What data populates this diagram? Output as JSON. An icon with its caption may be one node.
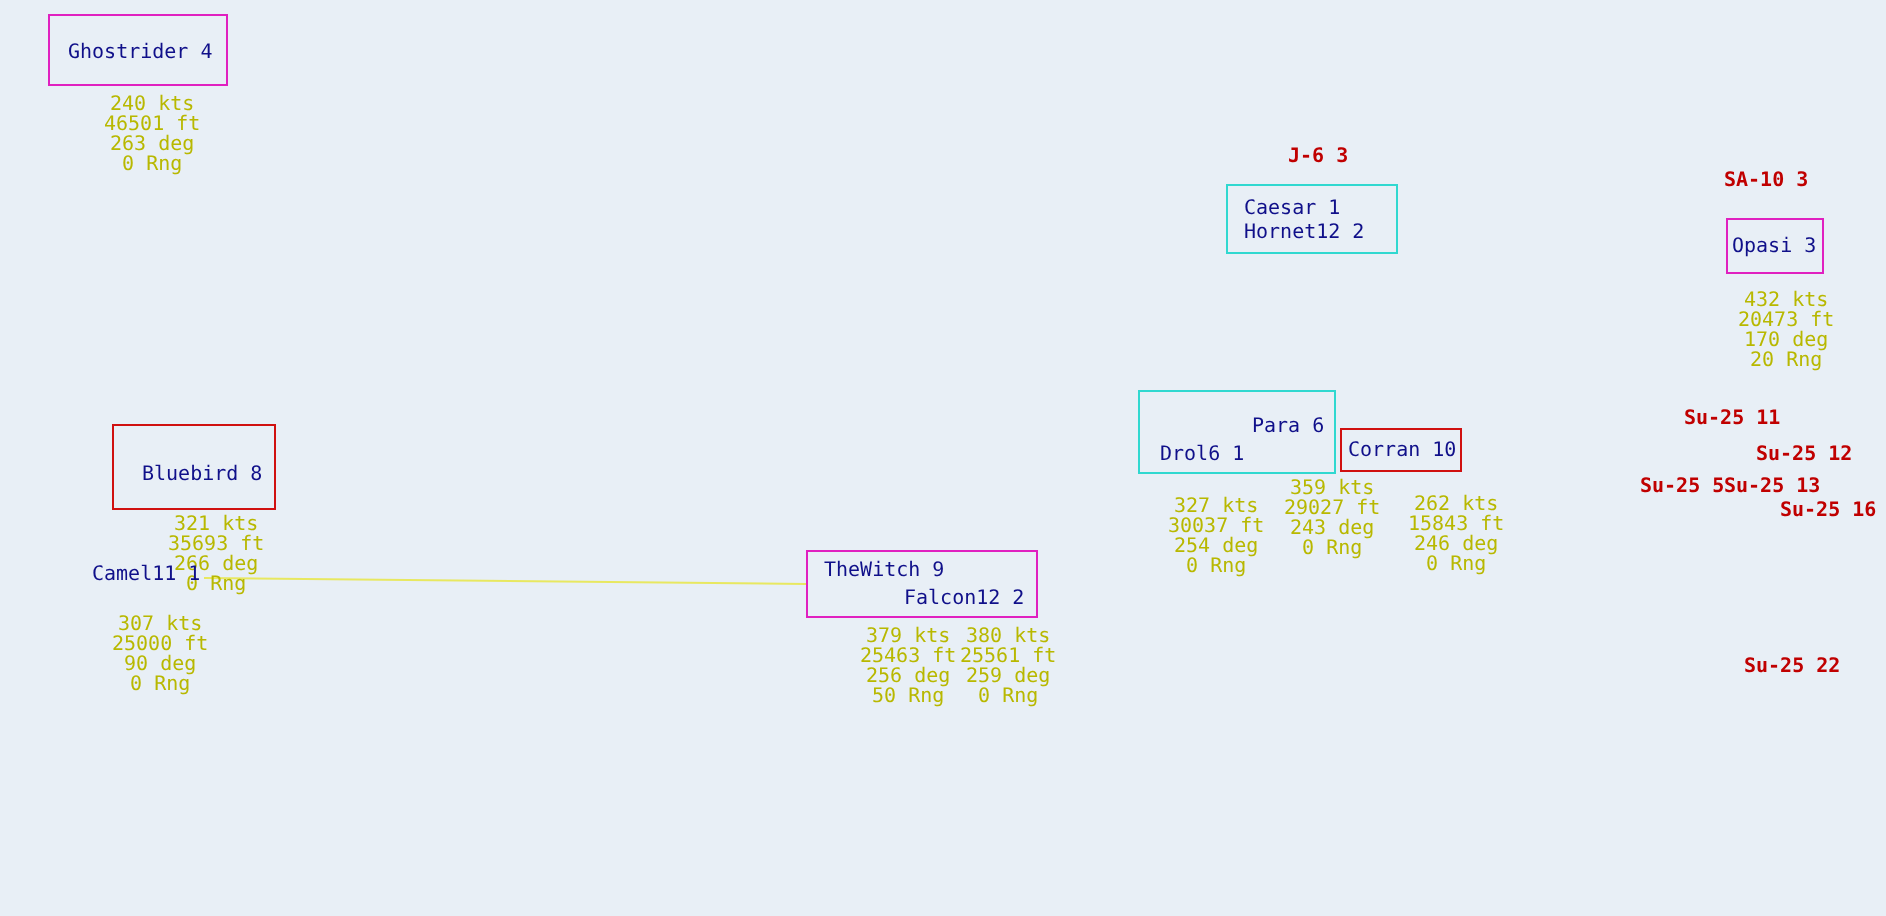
{
  "diagram": {
    "nodes": [
      {
        "text": [
          "Ghostrider 4"
        ],
        "beside": [
          "240 kts",
          "46501 ft",
          "263 deg",
          "0 Rng"
        ]
      },
      {
        "text": [
          "Bluebird 8"
        ],
        "beside": [
          "321 kts",
          "35693 ft",
          "266 deg",
          "0 Rng"
        ]
      },
      {
        "text": [
          "Camel11 1"
        ],
        "beside": [
          "307 kts",
          "25000 ft",
          "90 deg",
          "0 Rng"
        ]
      },
      {
        "text": [
          "TheWitch 9",
          "Falcon12 2"
        ],
        "beside": [
          "379 kts",
          "25463 ft",
          "256 deg",
          "50 Rng",
          "380 kts",
          "25561 ft",
          "259 deg",
          "0 Rng"
        ]
      },
      {
        "text": [
          "Caesar 1",
          "Hornet12 2"
        ]
      },
      {
        "text": [
          "Para 6",
          "Drol6 1"
        ],
        "beside": [
          "327 kts",
          "30037 ft",
          "254 deg",
          "0 Rng",
          "359 kts",
          "29027 ft",
          "243 deg",
          "0 Rng"
        ]
      },
      {
        "text": [
          "Corran 10"
        ],
        "beside": [
          "262 kts",
          "15843 ft",
          "246 deg",
          "0 Rng"
        ]
      },
      {
        "text": [
          "Opasi 3"
        ],
        "beside": [
          "432 kts",
          "20473 ft",
          "170 deg",
          "20 Rng"
        ]
      }
    ],
    "edges": [
      {
        "from": 2,
        "to": 3,
        "arrow": "none",
        "color": "#e8e860"
      }
    ],
    "labels": [
      "J-6 3",
      "SA-10 3",
      "Su-25 11",
      "Su-25 12",
      "Su-25 5",
      "Su-25 13",
      "Su-25 16",
      "Su-25 22"
    ]
  }
}
